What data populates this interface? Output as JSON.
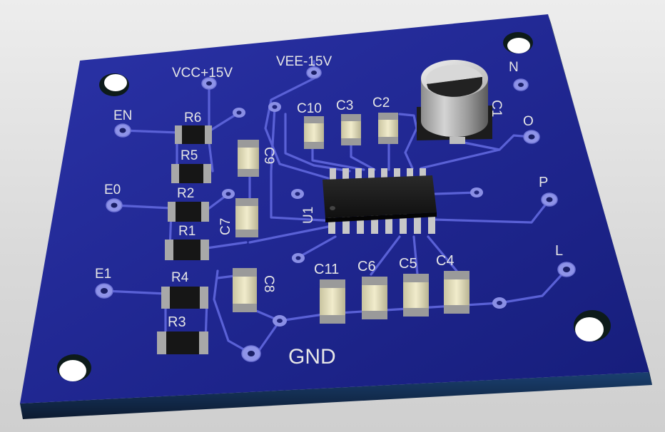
{
  "labels": {
    "vcc": "VCC+15V",
    "vee": "VEE-15V",
    "gnd": "GND",
    "en": "EN",
    "e0": "E0",
    "e1": "E1",
    "n": "N",
    "o": "O",
    "p": "P",
    "l": "L"
  },
  "designators": {
    "r1": "R1",
    "r2": "R2",
    "r3": "R3",
    "r4": "R4",
    "r5": "R5",
    "r6": "R6",
    "c1": "C1",
    "c2": "C2",
    "c3": "C3",
    "c4": "C4",
    "c5": "C5",
    "c6": "C6",
    "c7": "C7",
    "c8": "C8",
    "c9": "C9",
    "c10": "C10",
    "c11": "C11",
    "u1": "U1"
  },
  "colors": {
    "board": "#1d2491",
    "board_edge": "#0f1f3a",
    "trace": "#5a61d6",
    "silkscreen": "#e6e6e6",
    "pad": "#8e93e8",
    "background": "#e2e2e2"
  }
}
